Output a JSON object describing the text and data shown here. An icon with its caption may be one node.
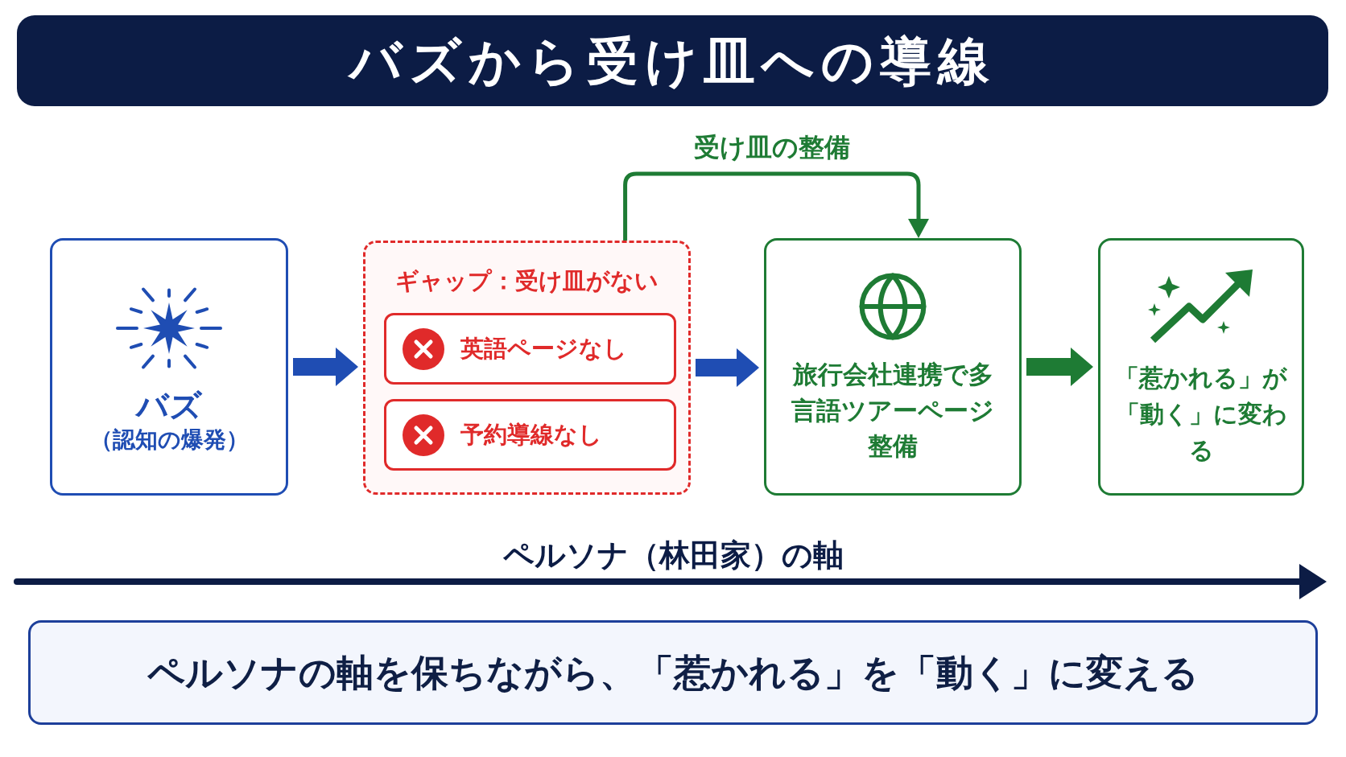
{
  "diagram": {
    "title": "バズから受け皿への導線",
    "nodes": [
      {
        "text": [
          "バズ",
          "（認知の爆発）"
        ]
      },
      {
        "text": [
          "ギャップ：受け皿がない"
        ]
      },
      {
        "text": [
          "英語ページなし"
        ],
        "in": 1
      },
      {
        "text": [
          "予約導線なし"
        ],
        "in": 1
      },
      {
        "text": [
          "旅行会社連携で多言語ツアーページ整備"
        ]
      },
      {
        "text": [
          "「惹かれる」が「動く」に変わる"
        ]
      },
      {
        "text": [
          "ペルソナの軸を保ちながら、「惹かれる」を「動く」に変える"
        ]
      }
    ],
    "edges": [
      {
        "from": 0,
        "to": 1,
        "arrow": "to",
        "color": "#1f4db3"
      },
      {
        "from": 1,
        "to": 4,
        "arrow": "to",
        "color": "#1f4db3"
      },
      {
        "from": 4,
        "to": 5,
        "arrow": "to",
        "color": "#1e7b34"
      },
      {
        "from": 1,
        "to": 4,
        "arrow": "to",
        "label": "受け皿の整備",
        "color": "#1e7b34"
      }
    ],
    "labels": [
      "ペルソナ（林田家）の軸"
    ]
  }
}
